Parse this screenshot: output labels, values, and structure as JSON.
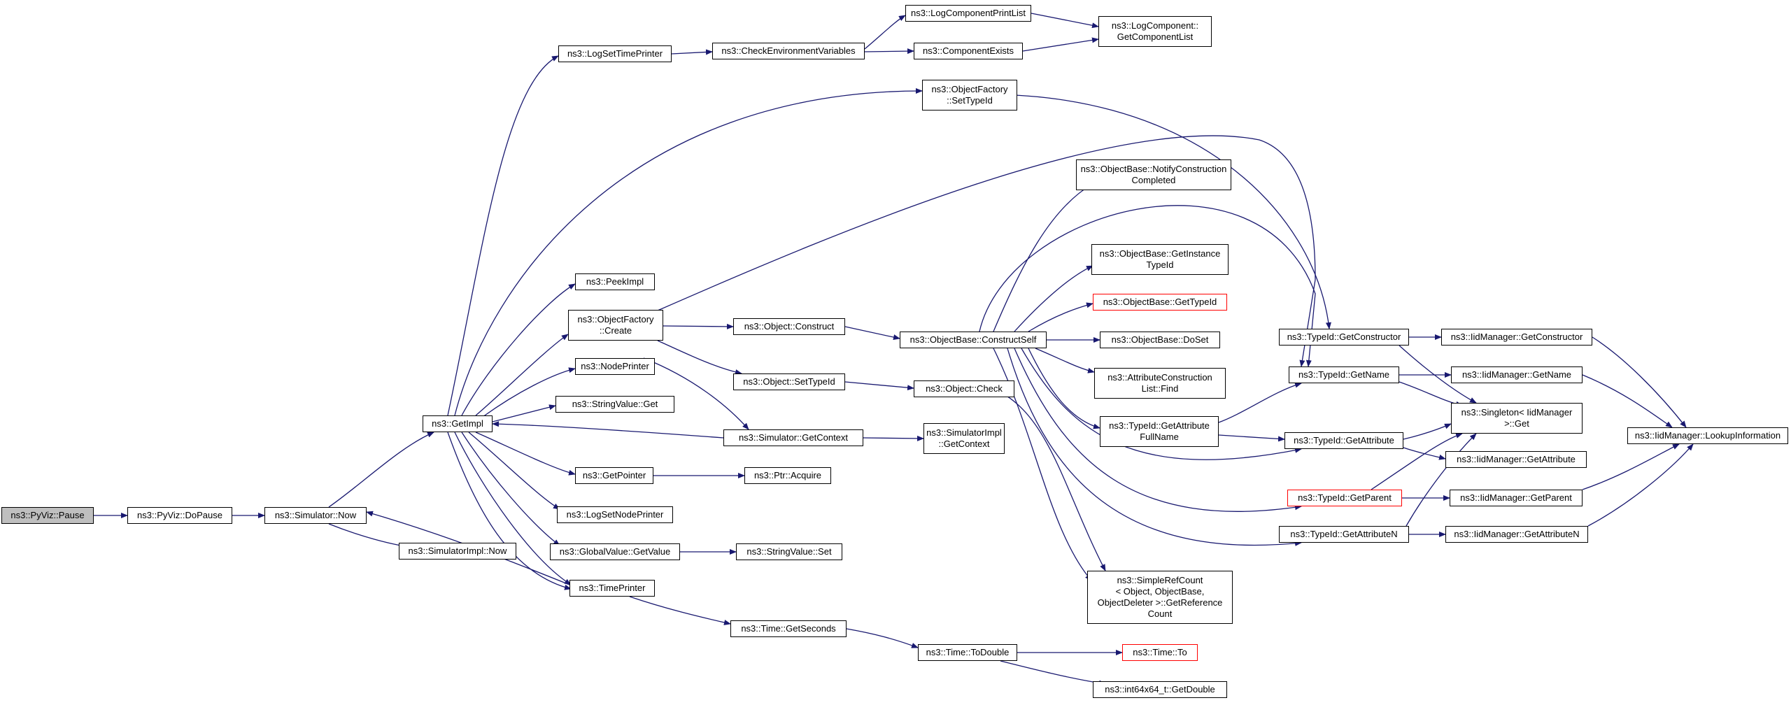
{
  "colors": {
    "edge": "#191970",
    "border": "#000000",
    "truncated_border": "#ff0000",
    "focus_fill": "#bfbfbf"
  },
  "nodes": {
    "pause": "ns3::PyViz::Pause",
    "dopause": "ns3::PyViz::DoPause",
    "sim_now": "ns3::Simulator::Now",
    "simimpl_now": "ns3::SimulatorImpl::Now",
    "getimpl": "ns3::GetImpl",
    "logsettimeprinter": "ns3::LogSetTimePrinter",
    "checkenv": "ns3::CheckEnvironmentVariables",
    "logcompprintlist": "ns3::LogComponentPrintList",
    "componentexists": "ns3::ComponentExists",
    "logcomp_getlist": "ns3::LogComponent::\nGetComponentList",
    "of_settypeid": "ns3::ObjectFactory\n::SetTypeId",
    "peekimpl": "ns3::PeekImpl",
    "of_create": "ns3::ObjectFactory\n::Create",
    "nodeprinter": "ns3::NodePrinter",
    "stringvalue_get": "ns3::StringValue::Get",
    "sim_getcontext": "ns3::Simulator::GetContext",
    "getpointer": "ns3::GetPointer",
    "ptr_acquire": "ns3::Ptr::Acquire",
    "logsetnodeprinter": "ns3::LogSetNodePrinter",
    "globalvalue_getvalue": "ns3::GlobalValue::GetValue",
    "stringvalue_set": "ns3::StringValue::Set",
    "timeprinter": "ns3::TimePrinter",
    "time_getseconds": "ns3::Time::GetSeconds",
    "time_todouble": "ns3::Time::ToDouble",
    "time_to": "ns3::Time::To",
    "int64_getdouble": "ns3::int64x64_t::GetDouble",
    "object_construct": "ns3::Object::Construct",
    "object_settypeid": "ns3::Object::SetTypeId",
    "object_check": "ns3::Object::Check",
    "simimpl_getcontext": "ns3::SimulatorImpl\n::GetContext",
    "ob_constructself": "ns3::ObjectBase::ConstructSelf",
    "ob_notify": "ns3::ObjectBase::NotifyConstruction\nCompleted",
    "ob_getinstancetypeid": "ns3::ObjectBase::GetInstance\nTypeId",
    "ob_gettypeid": "ns3::ObjectBase::GetTypeId",
    "ob_doset": "ns3::ObjectBase::DoSet",
    "acl_find": "ns3::AttributeConstruction\nList::Find",
    "tid_getattrfullname": "ns3::TypeId::GetAttribute\nFullName",
    "simplerefcount": "ns3::SimpleRefCount\n< Object, ObjectBase,\n ObjectDeleter >::GetReference\nCount",
    "tid_getconstructor": "ns3::TypeId::GetConstructor",
    "tid_getname": "ns3::TypeId::GetName",
    "tid_getattribute": "ns3::TypeId::GetAttribute",
    "tid_getparent": "ns3::TypeId::GetParent",
    "tid_getattributen": "ns3::TypeId::GetAttributeN",
    "iid_getconstructor": "ns3::IidManager::GetConstructor",
    "iid_getname": "ns3::IidManager::GetName",
    "singleton_get": "ns3::Singleton< IidManager\n >::Get",
    "iid_getattribute": "ns3::IidManager::GetAttribute",
    "iid_getparent": "ns3::IidManager::GetParent",
    "iid_getattributen": "ns3::IidManager::GetAttributeN",
    "iid_lookupinfo": "ns3::IidManager::LookupInformation"
  }
}
